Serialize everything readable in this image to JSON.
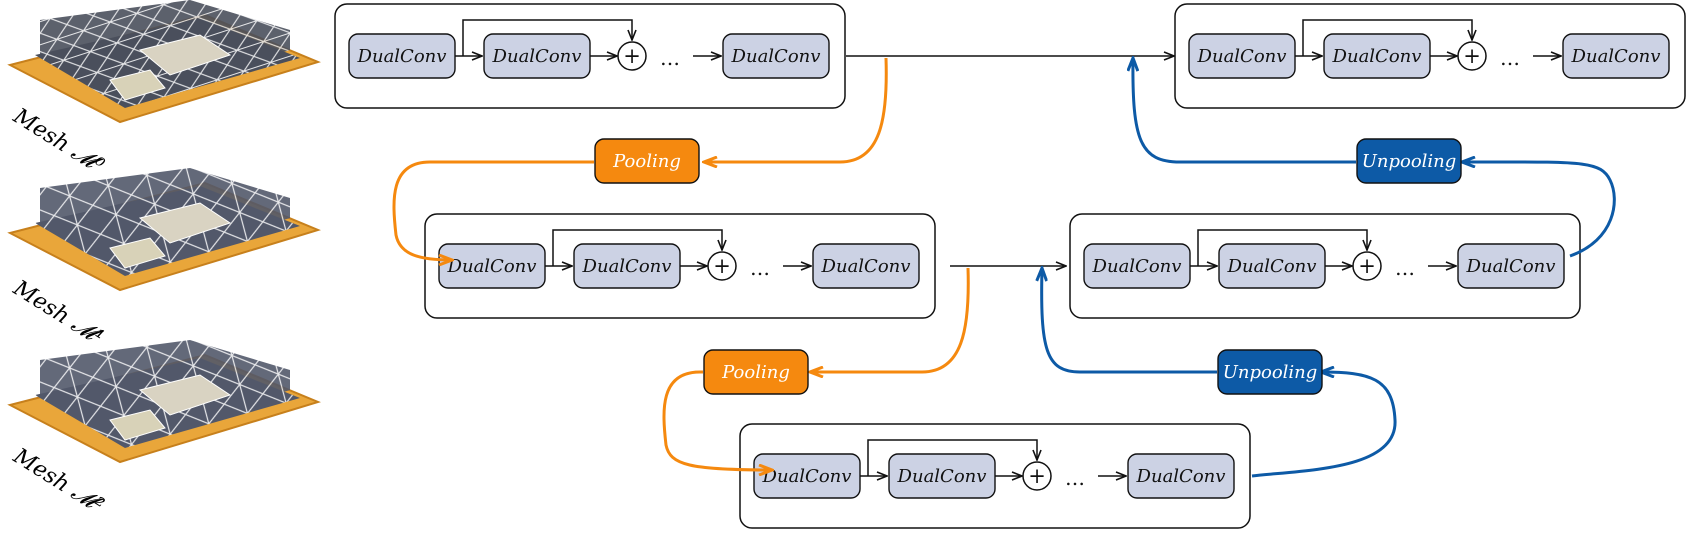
{
  "meshes": [
    {
      "label": "Mesh 𝓜⁰"
    },
    {
      "label": "Mesh 𝓜¹"
    },
    {
      "label": "Mesh 𝓜²"
    }
  ],
  "encoder": [
    {
      "blocks": [
        "DualConv",
        "DualConv",
        "DualConv"
      ],
      "ellipsis": "…",
      "plus": "+"
    },
    {
      "blocks": [
        "DualConv",
        "DualConv",
        "DualConv"
      ],
      "ellipsis": "…",
      "plus": "+"
    },
    {
      "blocks": [
        "DualConv",
        "DualConv",
        "DualConv"
      ],
      "ellipsis": "…",
      "plus": "+"
    }
  ],
  "decoder": [
    {
      "blocks": [
        "DualConv",
        "DualConv",
        "DualConv"
      ],
      "ellipsis": "…",
      "plus": "+"
    },
    {
      "blocks": [
        "DualConv",
        "DualConv",
        "DualConv"
      ],
      "ellipsis": "…",
      "plus": "+"
    }
  ],
  "pooling": [
    "Pooling",
    "Pooling"
  ],
  "unpooling": [
    "Unpooling",
    "Unpooling"
  ],
  "colors": {
    "block_fill": "#ccd2e4",
    "pooling": "#f5890f",
    "unpooling": "#0d5aa6",
    "arrow": "#111111"
  }
}
